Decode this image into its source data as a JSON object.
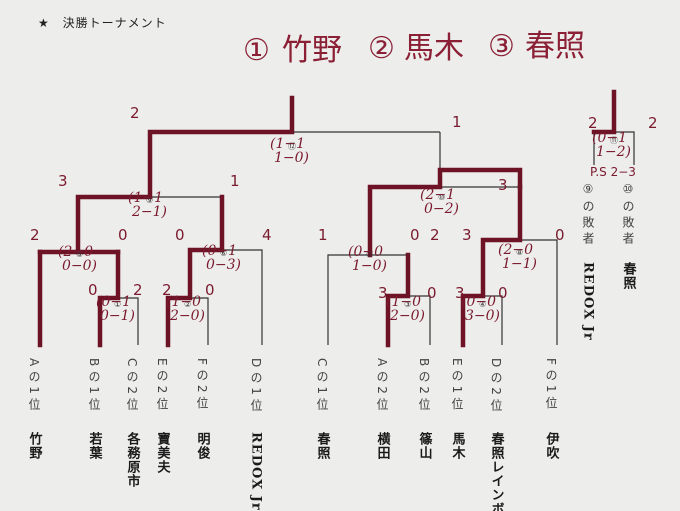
{
  "heading": {
    "star": "★",
    "title": "決勝トーナメント"
  },
  "podium": [
    {
      "rank": "①",
      "team": "竹野"
    },
    {
      "rank": "②",
      "team": "馬木"
    },
    {
      "rank": "③",
      "team": "春照"
    }
  ],
  "slots": [
    {
      "label": "Aの1位",
      "team": "竹野"
    },
    {
      "label": "Bの1位",
      "team": "若葉"
    },
    {
      "label": "Cの2位",
      "team": "各務原市"
    },
    {
      "label": "Eの2位",
      "team": "寶美夫"
    },
    {
      "label": "Fの2位",
      "team": "明俊"
    },
    {
      "label": "Dの1位",
      "team": "REDOX Jr"
    },
    {
      "label": "Cの1位",
      "team": "春照"
    },
    {
      "label": "Aの2位",
      "team": "横田"
    },
    {
      "label": "Bの2位",
      "team": "篠山"
    },
    {
      "label": "Eの1位",
      "team": "馬木"
    },
    {
      "label": "Dの2位",
      "team": "春照レインボー"
    },
    {
      "label": "Fの1位",
      "team": "伊吹"
    },
    {
      "label": "⑨の敗者",
      "team": "REDOX Jr"
    },
    {
      "label": "⑩の敗者",
      "team": "春照"
    }
  ],
  "matches": [
    {
      "no": "①",
      "scores": [
        "0−1",
        "0−1"
      ],
      "left": "0",
      "right": "2"
    },
    {
      "no": "②",
      "scores": [
        "1−0",
        "2−0"
      ],
      "left": "2",
      "right": "0"
    },
    {
      "no": "③",
      "scores": [
        "1−0",
        "2−0"
      ],
      "left": "3",
      "right": "0"
    },
    {
      "no": "④",
      "scores": [
        "0−0",
        "3−0"
      ],
      "left": "3",
      "right": "0"
    },
    {
      "no": "⑤",
      "scores": [
        "2−0",
        "0−0"
      ],
      "left": "2",
      "right": "0"
    },
    {
      "no": "⑥",
      "scores": [
        "0−1",
        "0−3"
      ],
      "left": "0",
      "right": "4"
    },
    {
      "no": "⑦",
      "scores": [
        "0−0",
        "1−0"
      ],
      "left": "1",
      "right": "0"
    },
    {
      "no": "⑧",
      "scores": [
        "2−0",
        "1−1"
      ],
      "left": "3",
      "right": "0"
    },
    {
      "no": "⑨",
      "scores": [
        "1−1",
        "2−1"
      ],
      "left": "3",
      "right": "1"
    },
    {
      "no": "⑩",
      "scores": [
        "2−1",
        "0−2"
      ],
      "left": "2",
      "right": "3"
    },
    {
      "no": "⑪",
      "scores": [
        "0−1",
        "1−2"
      ],
      "left": "2",
      "right": "2",
      "extra": "P.S 2−3"
    },
    {
      "no": "⑫",
      "scores": [
        "1−1",
        "1−0"
      ],
      "left": "2",
      "right": "1"
    }
  ],
  "colors": {
    "ink": "#8a1f35",
    "paper": "#ededeb",
    "print": "#333333"
  }
}
